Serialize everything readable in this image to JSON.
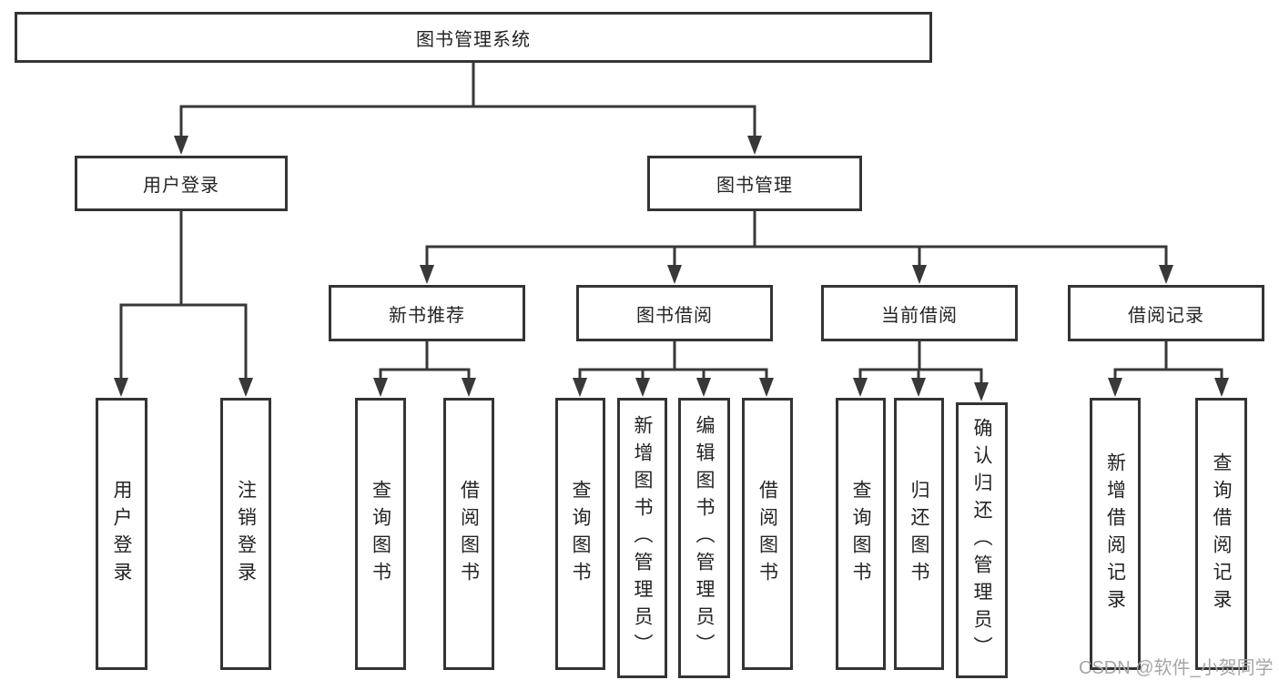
{
  "diagram": {
    "title_node": {
      "label": "图书管理系统"
    },
    "level1": {
      "user_login": {
        "label": "用户登录"
      },
      "book_mgmt": {
        "label": "图书管理"
      }
    },
    "level2": {
      "new_book_rec": {
        "label": "新书推荐"
      },
      "book_borrow": {
        "label": "图书借阅"
      },
      "current_borrow": {
        "label": "当前借阅"
      },
      "borrow_record": {
        "label": "借阅记录"
      }
    },
    "leaves": {
      "user_login": {
        "label": "用户登录"
      },
      "logout": {
        "label": "注销登录"
      },
      "query_book_1": {
        "label": "查询图书"
      },
      "borrow_book_1": {
        "label": "借阅图书"
      },
      "query_book_2": {
        "label": "查询图书"
      },
      "add_book": {
        "label": "新增图书（管理员）"
      },
      "edit_book": {
        "label": "编辑图书（管理员）"
      },
      "borrow_book_2": {
        "label": "借阅图书"
      },
      "query_book_3": {
        "label": "查询图书"
      },
      "return_book": {
        "label": "归还图书"
      },
      "confirm_return": {
        "label": "确认归还（管理员）"
      },
      "add_record": {
        "label": "新增借阅记录"
      },
      "query_record": {
        "label": "查询借阅记录"
      }
    }
  },
  "watermark": {
    "text": "CSDN @软件_小贺同学"
  },
  "colors": {
    "line": "#383838",
    "border": "#343434",
    "text": "#242424",
    "watermark": "#a6a6a6",
    "background": "#ffffff"
  }
}
